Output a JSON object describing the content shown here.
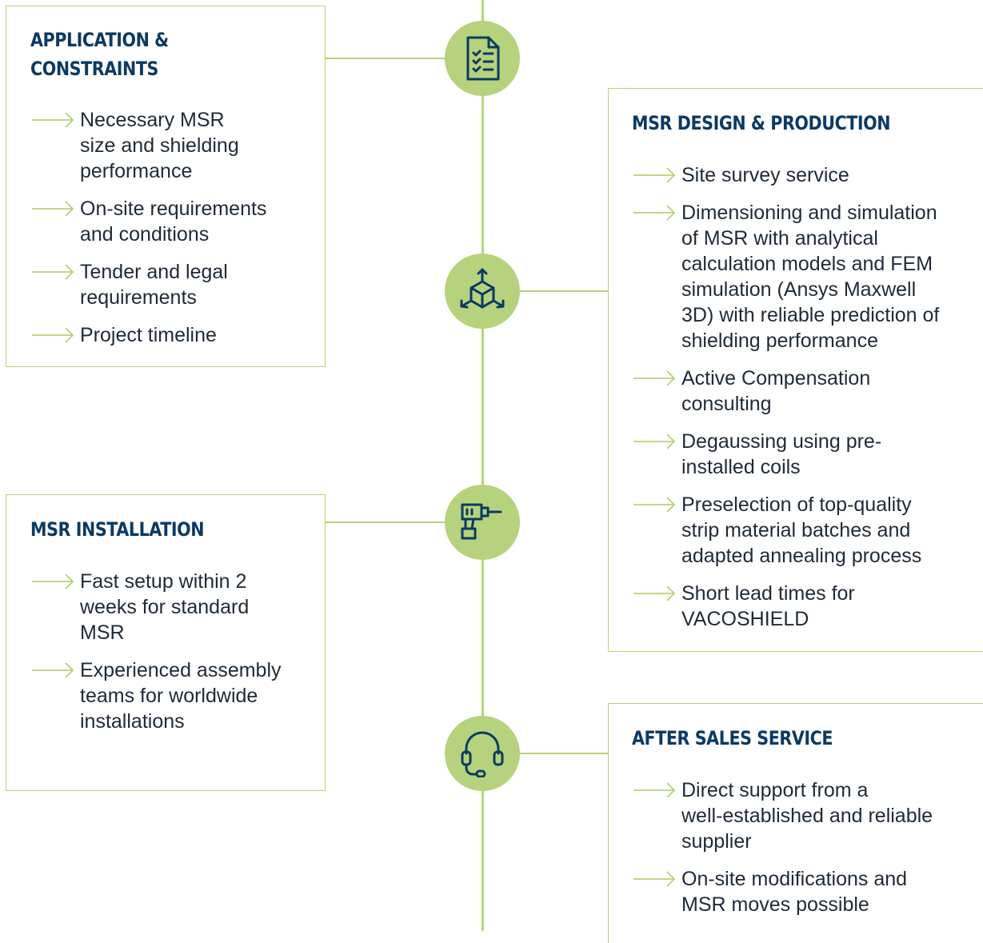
{
  "colors": {
    "accent": "#b7d27c",
    "title": "#0b3a63",
    "text": "#1f2a37"
  },
  "steps": [
    {
      "title": "APPLICATION &\nCONSTRAINTS",
      "icon": "checklist-icon",
      "items": [
        "Necessary MSR\nsize and shielding\nperformance",
        "On-site requirements\nand conditions",
        "Tender and legal\nrequirements",
        "Project timeline"
      ]
    },
    {
      "title": "MSR DESIGN & PRODUCTION",
      "icon": "cube-axes-icon",
      "items": [
        "Site survey service",
        "Dimensioning and simulation\nof MSR with analytical\ncalculation models and FEM\nsimulation (Ansys Maxwell\n3D) with reliable prediction of\nshielding performance",
        "Active Compensation\nconsulting",
        "Degaussing using pre-\ninstalled coils",
        "Preselection of top-quality\nstrip material batches and\nadapted annealing process",
        "Short lead times for\nVACOSHIELD"
      ]
    },
    {
      "title": "MSR INSTALLATION",
      "icon": "drill-icon",
      "items": [
        "Fast setup within 2\nweeks for standard\nMSR",
        "Experienced assembly\nteams for worldwide\ninstallations"
      ]
    },
    {
      "title": "AFTER SALES SERVICE",
      "icon": "headset-icon",
      "items": [
        "Direct support from a\nwell-established and reliable\nsupplier",
        "On-site modifications and\nMSR moves possible"
      ]
    }
  ]
}
